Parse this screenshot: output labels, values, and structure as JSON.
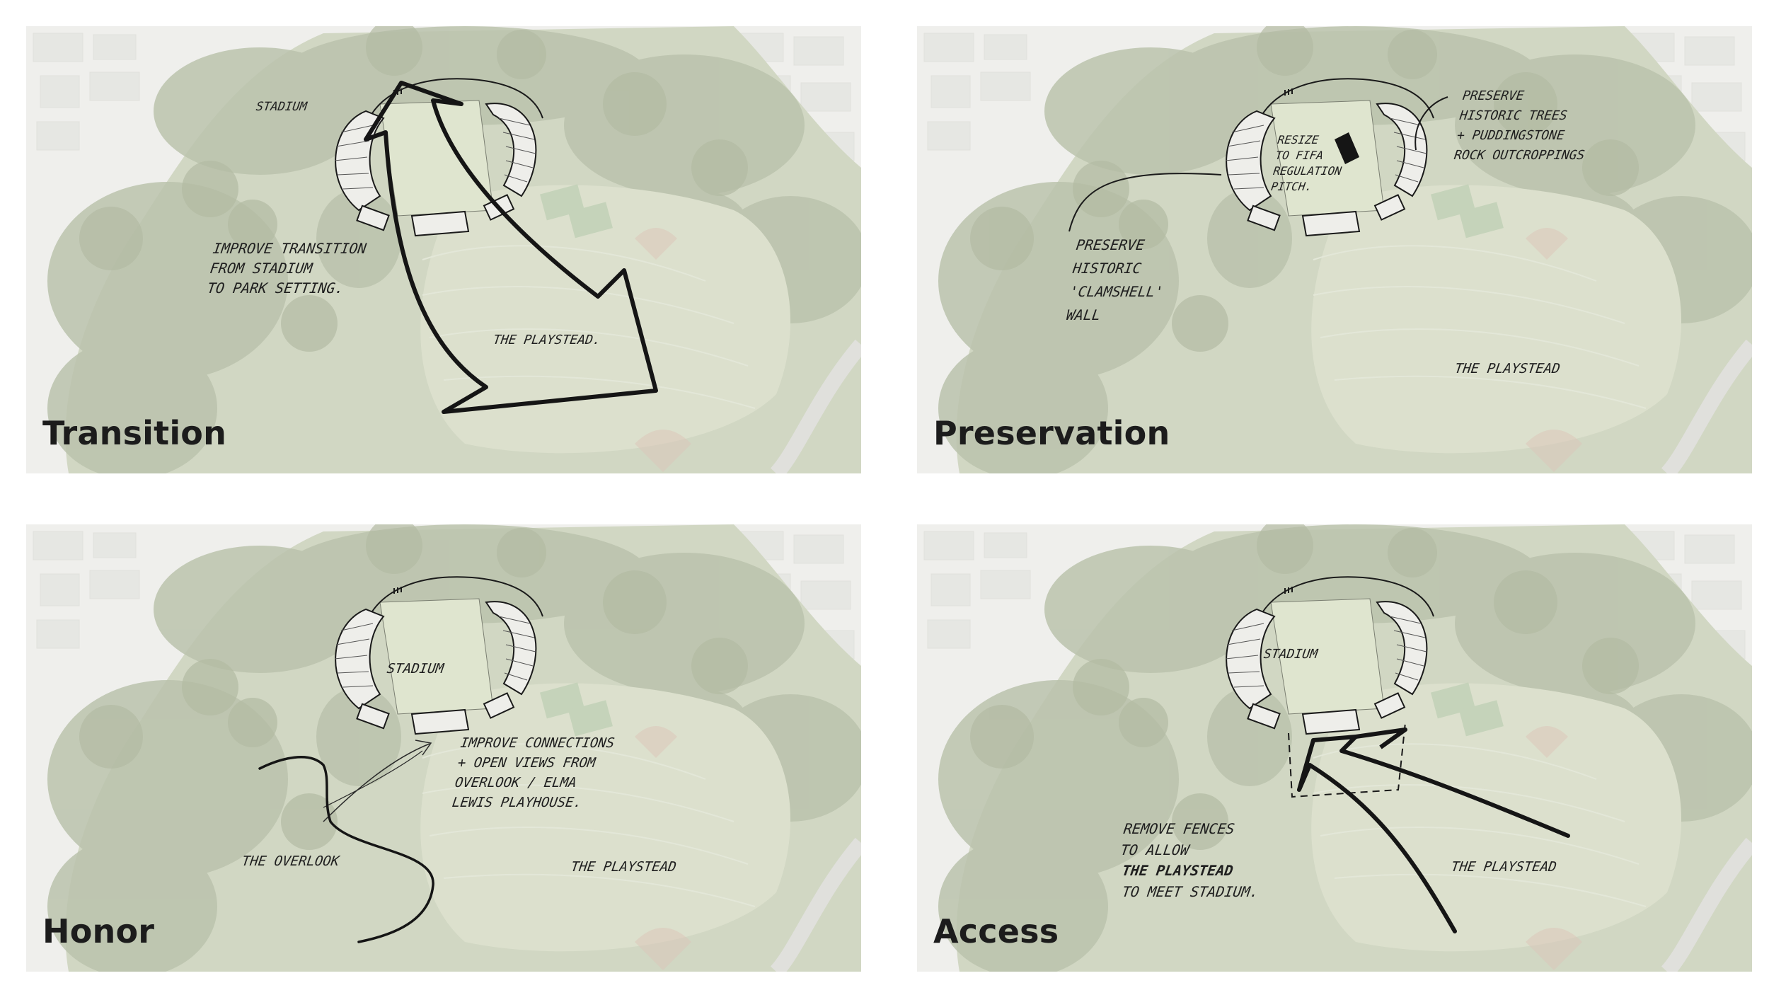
{
  "panels": [
    {
      "title": "Transition",
      "notes": {
        "stadium": "STADIUM",
        "improve": "IMPROVE TRANSITION\nFROM STADIUM\nTO PARK SETTING.",
        "playstead": "THE PLAYSTEAD."
      }
    },
    {
      "title": "Preservation",
      "notes": {
        "resize": "RESIZE\nTO FIFA\nREGULATION\nPITCH.",
        "trees": "PRESERVE\nHISTORIC TREES\n+ PUDDINGSTONE\nROCK OUTCROPPINGS",
        "clamshell": "PRESERVE\nHISTORIC\n'CLAMSHELL'\nWALL",
        "playstead": "THE PLAYSTEAD"
      }
    },
    {
      "title": "Honor",
      "notes": {
        "stadium": "STADIUM",
        "improve": "IMPROVE CONNECTIONS\n+ OPEN VIEWS FROM\nOVERLOOK / ELMA\nLEWIS PLAYHOUSE.",
        "overlook": "THE OVERLOOK",
        "playstead": "THE PLAYSTEAD"
      }
    },
    {
      "title": "Access",
      "notes": {
        "stadium": "STADIUM",
        "remove_l1": "REMOVE FENCES\nTO ALLOW",
        "remove_l2": "THE PLAYSTEAD",
        "remove_l3": "TO MEET STADIUM.",
        "playstead": "THE PLAYSTEAD"
      }
    }
  ],
  "colors": {
    "background": "#ffffff",
    "park_green": "#b9c2a4",
    "tree_canopy": "#8f9b78",
    "city_blocks": "#e8e8e4",
    "ink": "#1a1a1a",
    "title": "#1c1c1c"
  }
}
